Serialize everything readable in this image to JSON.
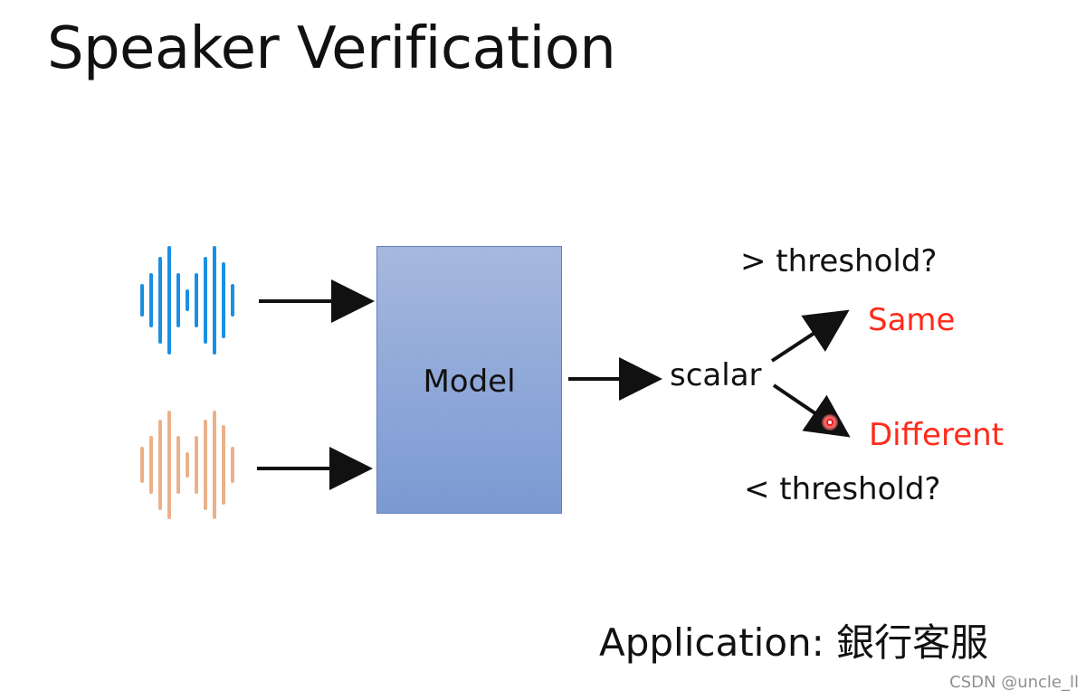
{
  "slide": {
    "title": "Speaker Verification",
    "model_label": "Model",
    "scalar_label": "scalar",
    "gt_threshold": "> threshold?",
    "lt_threshold": "< threshold?",
    "same_label": "Same",
    "different_label": "Different",
    "application_label": "Application: 銀行客服",
    "watermark": "CSDN @uncle_ll"
  },
  "colors": {
    "waveform_top": "#1b8fe2",
    "waveform_bottom": "#eab18a",
    "same": "#ff2a1a",
    "different": "#ff2a1a",
    "model_box": "#8ea7d8"
  },
  "icons": {
    "top_waveform": "audio-waveform-icon",
    "bottom_waveform": "audio-waveform-icon",
    "pointer": "red-laser-pointer-icon"
  }
}
